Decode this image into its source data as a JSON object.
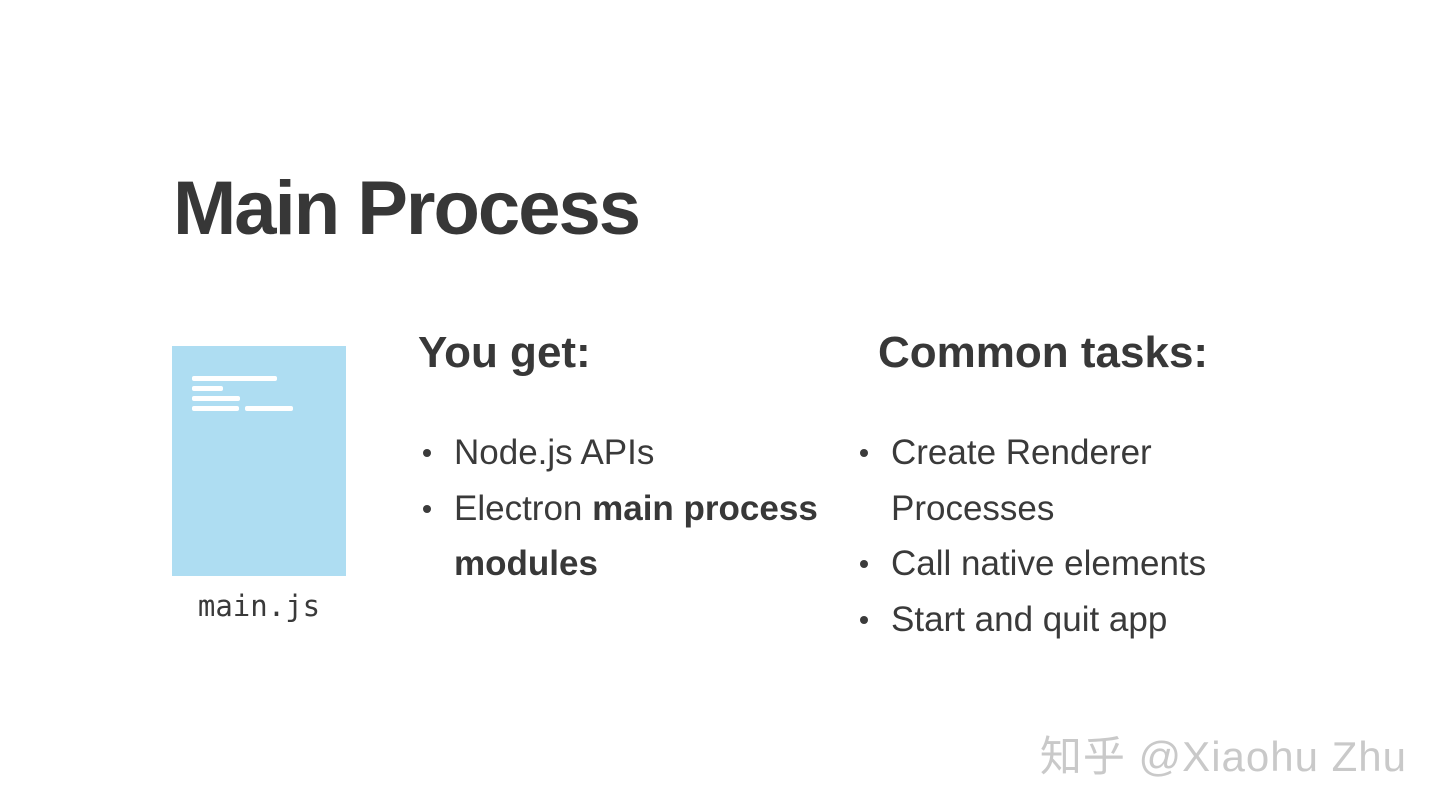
{
  "slide": {
    "title": "Main Process",
    "file_card": {
      "label": "main.js",
      "icon_color": "#aeddf2"
    },
    "columns": {
      "you_get": {
        "heading": "You get:",
        "item1": "Node.js APIs",
        "item2_normal": "Electron ",
        "item2_bold": "main process modules"
      },
      "common_tasks": {
        "heading": "Common tasks:",
        "items": [
          "Create Renderer Processes",
          "Call native elements",
          "Start and quit app"
        ]
      }
    },
    "watermark": "知乎 @Xiaohu Zhu",
    "colors": {
      "background": "#ffffff",
      "text_dark": "#383838",
      "file_icon_blue": "#aeddf2",
      "watermark_gray": "#c9c9c9"
    }
  }
}
